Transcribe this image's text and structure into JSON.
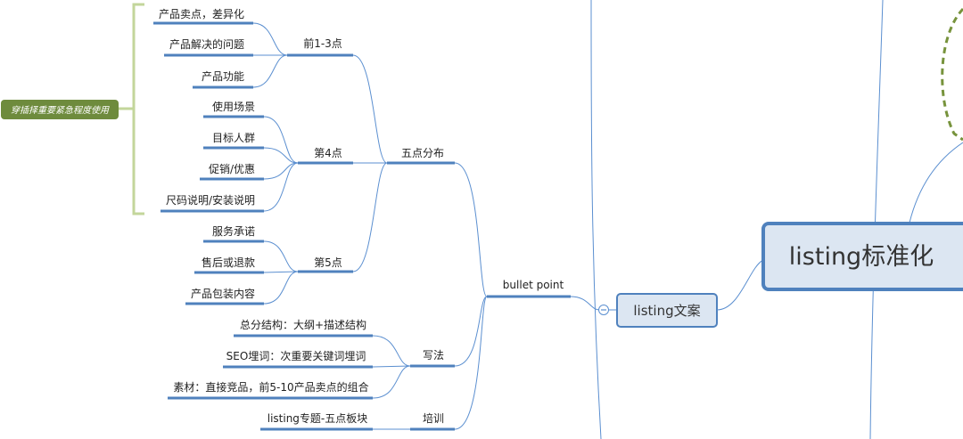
{
  "central": {
    "label": "listing标准化"
  },
  "listing_copy": {
    "label": "listing文案"
  },
  "bullet": {
    "label": "bullet point"
  },
  "five_points": {
    "label": "五点分布"
  },
  "groups": {
    "top3": {
      "label": "前1-3点",
      "items": [
        "产品卖点，差异化",
        "产品解决的问题",
        "产品功能"
      ]
    },
    "p4": {
      "label": "第4点",
      "items": [
        "使用场景",
        "目标人群",
        "促销/优惠",
        "尺码说明/安装说明"
      ]
    },
    "p5": {
      "label": "第5点",
      "items": [
        "服务承诺",
        "售后或退款",
        "产品包装内容"
      ]
    }
  },
  "writing": {
    "label": "写法",
    "items": [
      "总分结构：大纲+描述结构",
      "SEO埋词：次重要关键词埋词",
      "素材：直接竞品，前5-10产品卖点的组合"
    ]
  },
  "training": {
    "label": "培训",
    "items": [
      "listing专题-五点板块"
    ]
  },
  "note": {
    "label": "穿插择重要紧急程度使用"
  },
  "colors": {
    "line": "#5b8fd0",
    "node_fill": "#dce6f2",
    "node_border": "#4f81bd",
    "note_fill": "#6e8b3d",
    "bracket": "#c3d69b",
    "dashed": "#77933c"
  }
}
